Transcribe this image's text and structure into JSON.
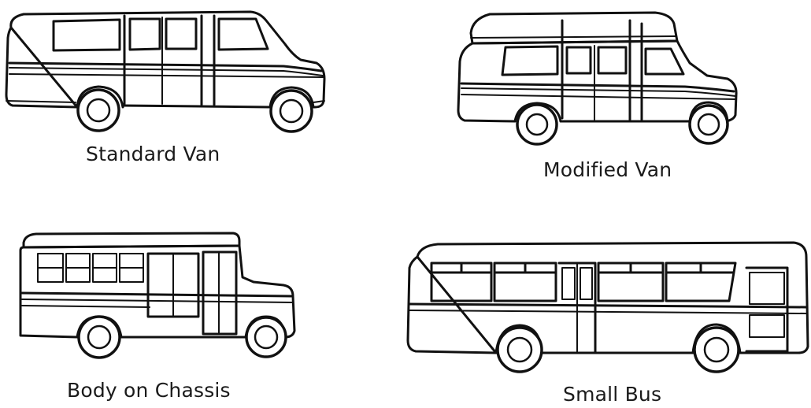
{
  "figure": {
    "vehicles": [
      {
        "id": "standard-van",
        "label": "Standard Van"
      },
      {
        "id": "modified-van",
        "label": "Modified Van"
      },
      {
        "id": "body-on-chassis",
        "label": "Body on Chassis"
      },
      {
        "id": "small-bus",
        "label": "Small Bus"
      }
    ],
    "colors": {
      "ink": "#111111",
      "background": "#ffffff"
    }
  }
}
